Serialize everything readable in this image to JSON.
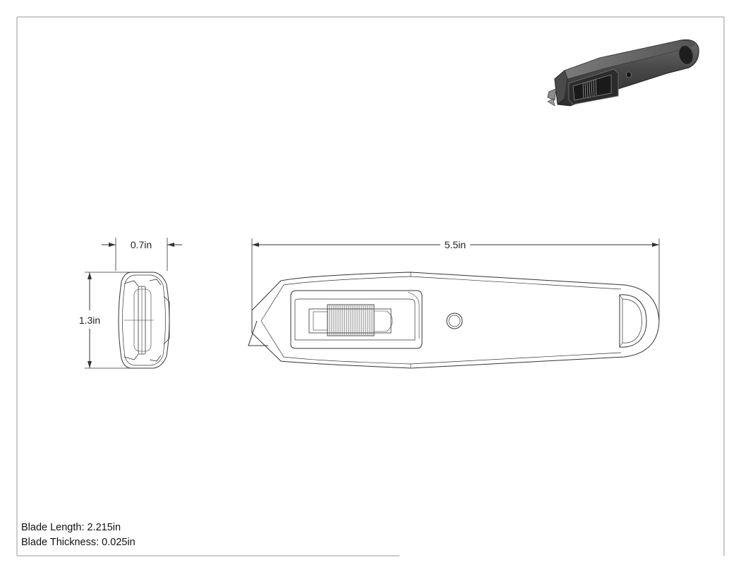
{
  "dimensions": {
    "width": "0.7in",
    "height": "1.3in",
    "length": "5.5in"
  },
  "specs": {
    "blade_length": "Blade Length: 2.215in",
    "blade_thickness": "Blade Thickness: 0.025in"
  },
  "colors": {
    "line": "#333333",
    "render_dark": "#3a3a3a",
    "render_mid": "#5a5a5a",
    "render_light": "#8a8a8a"
  }
}
